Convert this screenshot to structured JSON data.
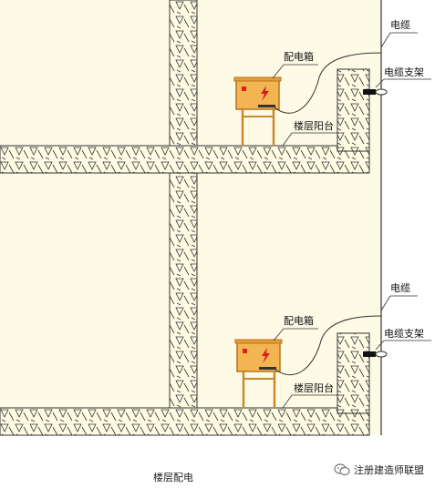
{
  "colors": {
    "background": "#fdfbe6",
    "wall_fill": "#fefbe3",
    "wall_hatch": "#333333",
    "box_body": "#f2b552",
    "box_frame": "#b8731e",
    "box_legs": "#c98a2e",
    "indicator": "#e02020",
    "bolt": "#d81e1e",
    "cable": "#333333",
    "bracket": "#111111"
  },
  "floors": [
    {
      "box_label": "配电箱",
      "cable_label": "电缆",
      "bracket_label": "电缆支架",
      "balcony_label": "楼层阳台"
    },
    {
      "box_label": "配电箱",
      "cable_label": "电缆",
      "bracket_label": "电缆支架",
      "balcony_label": "楼层阳台"
    }
  ],
  "caption": "楼层配电",
  "watermark": {
    "text": "注册建造师联盟",
    "icon": "wechat-icon"
  }
}
